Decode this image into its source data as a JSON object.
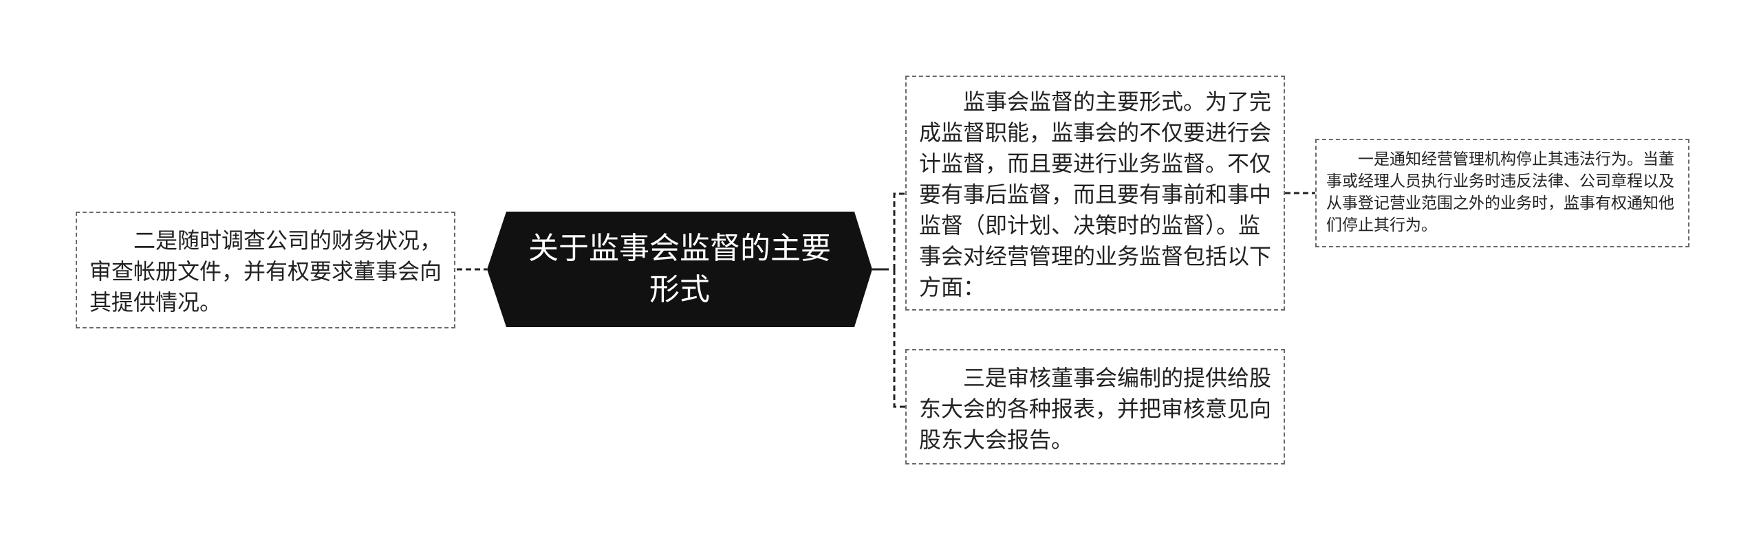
{
  "mindmap": {
    "root": {
      "label": "关于监事会监督的主要形式"
    },
    "left_node": {
      "text": "　　二是随时调查公司的财务状况，审查帐册文件，并有权要求董事会向其提供情况。"
    },
    "right_nodes": [
      {
        "text": "　　监事会监督的主要形式。为了完成监督职能，监事会的不仅要进行会计监督，而且要进行业务监督。不仅要有事后监督，而且要有事前和事中监督（即计划、决策时的监督）。监事会对经营管理的业务监督包括以下方面："
      },
      {
        "text": "　　三是审核董事会编制的提供给股东大会的各种报表，并把审核意见向股东大会报告。"
      }
    ],
    "sub_node": {
      "text": "　　一是通知经营管理机构停止其违法行为。当董事或经理人员执行业务时违反法律、公司章程以及从事登记营业范围之外的业务时，监事有权通知他们停止其行为。"
    }
  },
  "colors": {
    "root_fill": "#111111",
    "root_text": "#ffffff",
    "border": "#6a6a6a",
    "connector": "#222222"
  }
}
